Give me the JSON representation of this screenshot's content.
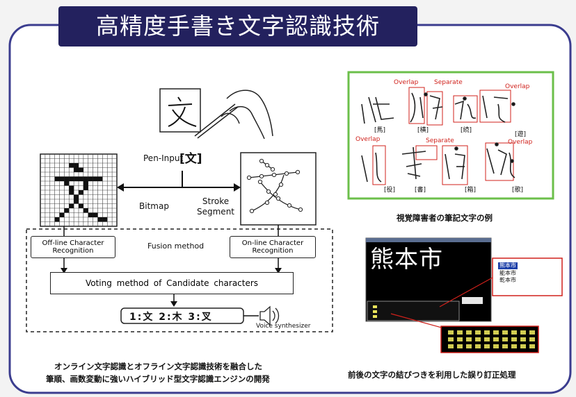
{
  "title": "高精度手書き文字認識技術",
  "diagram": {
    "pen_input_label": "Pen-Input",
    "pen_input_char": "[文]",
    "bitmap_label": "Bitmap",
    "stroke_label": "Stroke\nSegment",
    "fusion_label": "Fusion method",
    "offline_label": "Off-line Character\nRecognition",
    "online_label": "On-line Character\nRecognition",
    "voting_label": "Voting method of Candidate characters",
    "result_label": "1:文 2:木 3:叉",
    "voice_label": "Voice synthesizer",
    "pen_char": "文"
  },
  "caption_left_1": "オンライン文字認識とオフライン文字認識技術を融合した",
  "caption_left_2": "筆順、画数変動に強いハイブリッド型文字認識エンジンの開発",
  "examples": {
    "overlap": "Overlap",
    "separate": "Separate",
    "labels": [
      "[馬]",
      "[横]",
      "[続]",
      "[遊]",
      "[役]",
      "[書]",
      "[箱]",
      "[歌]"
    ],
    "caption": "視覚障害者の筆記文字の例"
  },
  "screen": {
    "big_text": "熊本市",
    "candidates": [
      "熊本市",
      "能本市",
      "乾本市"
    ],
    "caption": "前後の文字の結びつきを利用した誤り訂正処理"
  },
  "colors": {
    "title_bg": "#23215e",
    "frame": "#3b3d8f",
    "green": "#6bbf4a",
    "red": "#d0211b"
  }
}
